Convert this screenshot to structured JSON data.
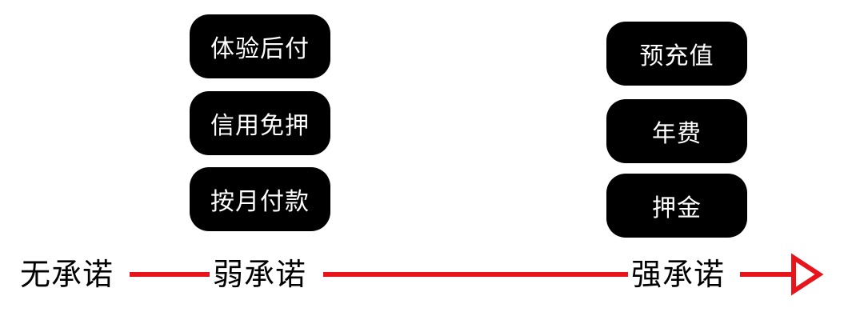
{
  "colors": {
    "axis": "#e8141b",
    "pill_bg": "#000000",
    "pill_text": "#ffffff",
    "label_text": "#000000"
  },
  "weak_group": {
    "items": [
      "体验后付",
      "信用免押",
      "按月付款"
    ]
  },
  "strong_group": {
    "items": [
      "预充值",
      "年费",
      "押金"
    ]
  },
  "axis": {
    "labels": [
      "无承诺",
      "弱承诺",
      "强承诺"
    ],
    "arrow_icon": "arrow-right-outline-icon"
  }
}
